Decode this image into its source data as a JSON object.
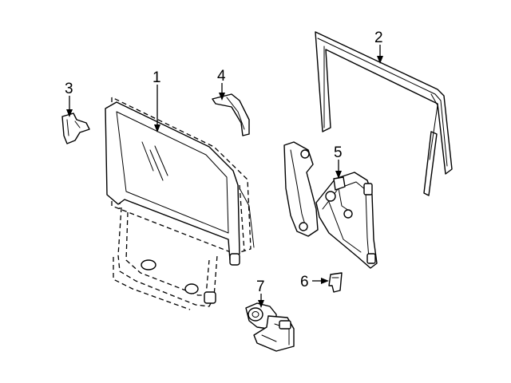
{
  "callouts": {
    "c1": "1",
    "c2": "2",
    "c3": "3",
    "c4": "4",
    "c5": "5",
    "c6": "6",
    "c7": "7"
  },
  "parts": {
    "glass": "glass-icon",
    "run_channel": "run-channel-icon",
    "bracket_front": "bracket-icon",
    "molding": "molding-icon",
    "regulator": "window-regulator-icon",
    "clip": "clip-icon",
    "motor": "window-motor-icon"
  }
}
